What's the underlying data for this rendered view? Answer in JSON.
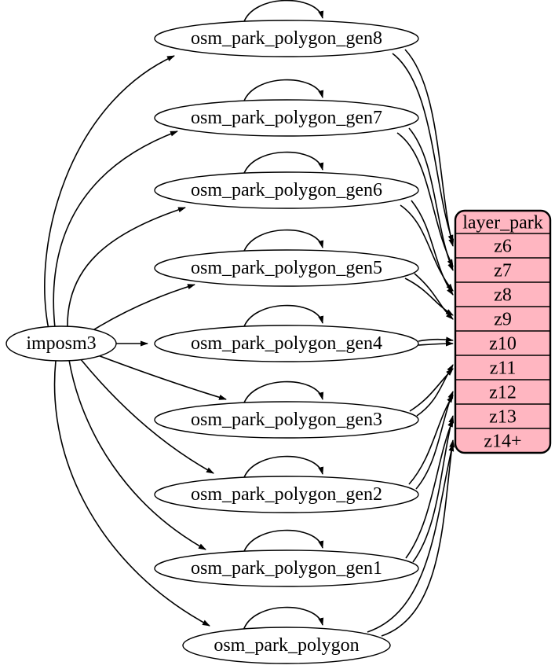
{
  "diagram": {
    "type": "etl-graph",
    "source_node": {
      "label": "imposm3"
    },
    "tables": [
      {
        "label": "osm_park_polygon_gen8"
      },
      {
        "label": "osm_park_polygon_gen7"
      },
      {
        "label": "osm_park_polygon_gen6"
      },
      {
        "label": "osm_park_polygon_gen5"
      },
      {
        "label": "osm_park_polygon_gen4"
      },
      {
        "label": "osm_park_polygon_gen3"
      },
      {
        "label": "osm_park_polygon_gen2"
      },
      {
        "label": "osm_park_polygon_gen1"
      },
      {
        "label": "osm_park_polygon"
      }
    ],
    "layer_table": {
      "header": "layer_park",
      "rows": [
        "z6",
        "z7",
        "z8",
        "z9",
        "z10",
        "z11",
        "z12",
        "z13",
        "z14+"
      ]
    },
    "edges": {
      "from_source": [
        {
          "from": "imposm3",
          "to": "osm_park_polygon_gen8"
        },
        {
          "from": "imposm3",
          "to": "osm_park_polygon_gen7"
        },
        {
          "from": "imposm3",
          "to": "osm_park_polygon_gen6"
        },
        {
          "from": "imposm3",
          "to": "osm_park_polygon_gen5"
        },
        {
          "from": "imposm3",
          "to": "osm_park_polygon_gen4"
        },
        {
          "from": "imposm3",
          "to": "osm_park_polygon_gen3"
        },
        {
          "from": "imposm3",
          "to": "osm_park_polygon_gen2"
        },
        {
          "from": "imposm3",
          "to": "osm_park_polygon_gen1"
        },
        {
          "from": "imposm3",
          "to": "osm_park_polygon"
        }
      ],
      "self_loops": [
        "osm_park_polygon_gen8",
        "osm_park_polygon_gen7",
        "osm_park_polygon_gen6",
        "osm_park_polygon_gen5",
        "osm_park_polygon_gen4",
        "osm_park_polygon_gen3",
        "osm_park_polygon_gen2",
        "osm_park_polygon_gen1",
        "osm_park_polygon"
      ],
      "to_layer": [
        {
          "from": "osm_park_polygon_gen8",
          "to": "z6",
          "count": 2
        },
        {
          "from": "osm_park_polygon_gen7",
          "to": "z7",
          "count": 2
        },
        {
          "from": "osm_park_polygon_gen6",
          "to": "z8",
          "count": 2
        },
        {
          "from": "osm_park_polygon_gen5",
          "to": "z9",
          "count": 2
        },
        {
          "from": "osm_park_polygon_gen4",
          "to": "z10",
          "count": 2
        },
        {
          "from": "osm_park_polygon_gen3",
          "to": "z11",
          "count": 2
        },
        {
          "from": "osm_park_polygon_gen2",
          "to": "z12",
          "count": 2
        },
        {
          "from": "osm_park_polygon_gen1",
          "to": "z13",
          "count": 2
        },
        {
          "from": "osm_park_polygon",
          "to": "z14+",
          "count": 2
        }
      ]
    },
    "colors": {
      "node_fill": "#ffffff",
      "layer_fill": "#ffb6c1",
      "stroke": "#000000"
    }
  }
}
